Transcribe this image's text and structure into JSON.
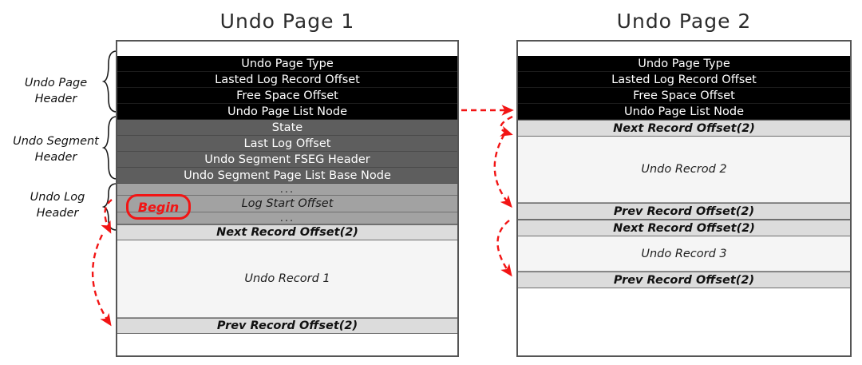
{
  "diagram": {
    "title_page_1": "Undo Page 1",
    "title_page_2": "Undo Page 2",
    "accent_color": "#f21414",
    "colors": {
      "page_header_bg": "#000000",
      "segment_header_bg": "#5e5e5e",
      "log_header_bg": "#a2a2a2",
      "offset_row_bg": "#dcdcdc",
      "record_body_bg": "#f5f5f5",
      "border": "#555555"
    }
  },
  "side_labels": [
    {
      "name": "undo-page-header",
      "line1": "Undo Page",
      "line2": "Header"
    },
    {
      "name": "undo-segment-header",
      "line1": "Undo Segment",
      "line2": "Header"
    },
    {
      "name": "undo-log-header",
      "line1": "Undo Log",
      "line2": "Header"
    }
  ],
  "badge": {
    "begin": "Begin"
  },
  "page_1": {
    "rows": [
      {
        "kind": "blank",
        "label": ""
      },
      {
        "kind": "pageheader",
        "label": "Undo Page Type"
      },
      {
        "kind": "pageheader",
        "label": "Lasted Log Record Offset"
      },
      {
        "kind": "pageheader",
        "label": "Free Space Offset"
      },
      {
        "kind": "pageheader",
        "label": "Undo Page List Node"
      },
      {
        "kind": "segheader",
        "label": "State"
      },
      {
        "kind": "segheader",
        "label": "Last Log Offset"
      },
      {
        "kind": "segheader",
        "label": "Undo Segment FSEG Header"
      },
      {
        "kind": "segheader",
        "label": "Undo Segment Page List Base Node"
      },
      {
        "kind": "ellipsis",
        "label": "..."
      },
      {
        "kind": "logheader",
        "label": "Log Start Offset"
      },
      {
        "kind": "ellipsis",
        "label": "..."
      },
      {
        "kind": "offset",
        "label": "Next Record Offset(2)"
      },
      {
        "kind": "record",
        "label": "Undo Record 1"
      },
      {
        "kind": "offset",
        "label": "Prev Record Offset(2)"
      },
      {
        "kind": "blank",
        "label": ""
      }
    ]
  },
  "page_2": {
    "rows": [
      {
        "kind": "blank",
        "label": ""
      },
      {
        "kind": "pageheader",
        "label": "Undo Page Type"
      },
      {
        "kind": "pageheader",
        "label": "Lasted Log Record Offset"
      },
      {
        "kind": "pageheader",
        "label": "Free Space Offset"
      },
      {
        "kind": "pageheader",
        "label": "Undo Page List Node"
      },
      {
        "kind": "offset",
        "label": "Next Record Offset(2)"
      },
      {
        "kind": "record",
        "label": "Undo Recrod 2"
      },
      {
        "kind": "offset",
        "label": "Prev Record Offset(2)"
      },
      {
        "kind": "offset",
        "label": "Next Record Offset(2)"
      },
      {
        "kind": "record",
        "label": "Undo Record 3"
      },
      {
        "kind": "offset",
        "label": "Prev Record Offset(2)"
      },
      {
        "kind": "blank",
        "label": ""
      }
    ]
  },
  "connectors": [
    {
      "name": "page-list-node-link",
      "from": "page-1 Undo Page List Node",
      "to": "page-2 Undo Page List Node",
      "style": "dashed-arrow-horizontal"
    },
    {
      "name": "record-1-next-prev-link",
      "from": "page-1 Next Record Offset(2)",
      "to": "page-1 Prev Record Offset(2)",
      "style": "dashed-arrow-curve-left"
    },
    {
      "name": "record-2-next-prev-link",
      "from": "page-2 Next Record Offset(2)",
      "to": "page-2 Prev Record Offset(2)",
      "style": "dashed-arrow-curve-left"
    },
    {
      "name": "record-3-next-prev-link",
      "from": "page-2 Next Record Offset(2)",
      "to": "page-2 Prev Record Offset(2)",
      "style": "dashed-arrow-curve-left"
    }
  ]
}
